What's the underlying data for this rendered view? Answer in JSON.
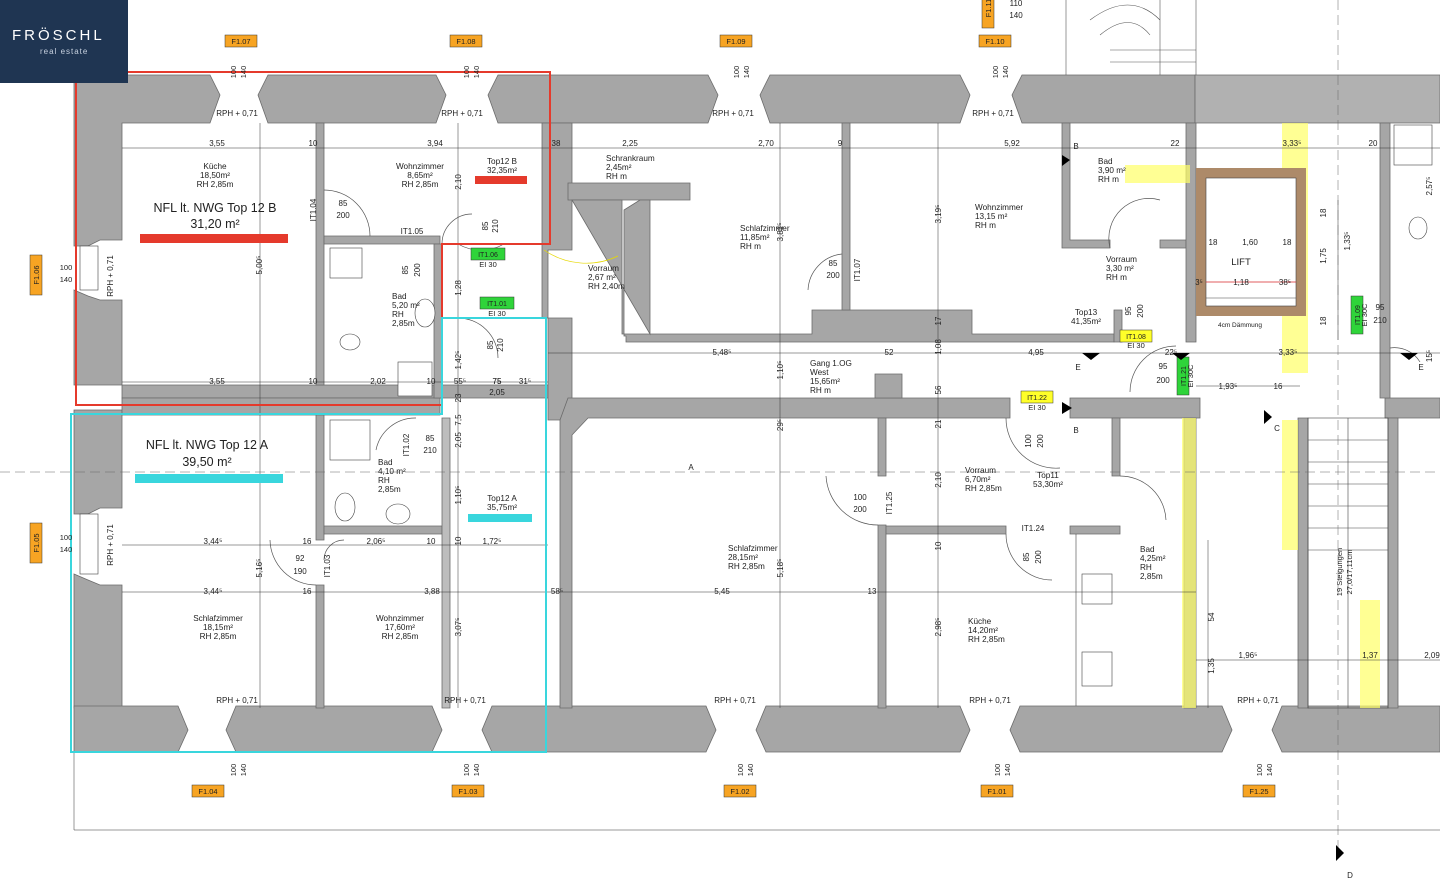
{
  "logo": {
    "brand": "FRÖSCHL",
    "subtitle": "real estate"
  },
  "colors": {
    "wall": "#a6a6a6",
    "top12b": "#e53a2c",
    "top12a": "#39d6dd",
    "window_tag": "#f7a423",
    "door_tag": "#2fd43a",
    "yellow_tag": "#ffff29",
    "fire_text": "#d8262a",
    "highlight": "#ffff66"
  },
  "areas": {
    "top12b": {
      "title": "NFL lt. NWG Top 12 B",
      "value": "31,20 m²"
    },
    "top12a": {
      "title": "NFL lt. NWG Top 12 A",
      "value": "39,50 m²"
    }
  },
  "window_tags": [
    "F1.07",
    "F1.08",
    "F1.09",
    "F1.10",
    "F1.11",
    "F1.06",
    "F1.05",
    "F1.04",
    "F1.03",
    "F1.02",
    "F1.01",
    "F1.25"
  ],
  "door_tags": {
    "green": [
      "IT1.06",
      "IT1.01",
      "IT1.21",
      "IT1.09"
    ],
    "yellow": [
      "IT1.08",
      "IT1.22"
    ],
    "fire": [
      "EI 30",
      "EI 30",
      "EI 30",
      "EI 30",
      "EI 30C",
      "EI 30C"
    ]
  },
  "dims": {
    "win": [
      "100",
      "140"
    ],
    "rph": "RPH + 0,71",
    "top_row": [
      "3,55",
      "10",
      "3,94",
      "38",
      "2,25",
      "2,70",
      "9",
      "5,92",
      "22",
      "3,33⁵",
      "20"
    ],
    "row1": [
      "3,55",
      "10",
      "2,02",
      "10",
      "55⁵",
      "75",
      "31⁵",
      "5,48⁵",
      "52",
      "4,95",
      "22⁵",
      "3,33⁵"
    ],
    "row2": [
      "3,44⁵",
      "16",
      "2,06⁵",
      "10",
      "1,72⁵",
      "3,44⁵",
      "16",
      "3,88",
      "58⁵",
      "5,45",
      "13",
      "1,93⁵",
      "16",
      "1,96⁵",
      "1,37",
      "2,09"
    ],
    "vert": [
      "5,00⁵",
      "2,10",
      "1,28",
      "1,42⁵",
      "23",
      "7,5",
      "2,05",
      "1,10⁵",
      "10",
      "5,16⁵",
      "3,07⁵",
      "3,81⁵",
      "3,19⁵",
      "1,10⁵",
      "29⁵",
      "5,18⁵",
      "1,08",
      "17",
      "56",
      "21",
      "2,10",
      "10",
      "2,98⁵",
      "18",
      "1,75",
      "18",
      "1,33⁵",
      "15⁵",
      "2,57⁵",
      "54",
      "1,35"
    ],
    "doors": [
      "85",
      "200",
      "85",
      "210",
      "85",
      "200",
      "85",
      "210",
      "85",
      "210",
      "92",
      "190",
      "85",
      "200",
      "95",
      "200",
      "100",
      "200",
      "85",
      "200",
      "100",
      "200",
      "95",
      "200",
      "95",
      "210",
      "1,60",
      "1,18",
      "18",
      "18",
      "38⁵",
      "3⁵",
      "2,05",
      "75"
    ]
  },
  "door_ids": [
    "IT1.04",
    "IT1.05",
    "IT1.02",
    "IT1.03",
    "IT1.07",
    "IT1.25",
    "IT1.24"
  ],
  "rooms": {
    "kueche1": [
      "Küche",
      "18,50m²",
      "RH 2,85m"
    ],
    "wohn1": [
      "Wohnzimmer",
      "8,65m²",
      "RH 2,85m"
    ],
    "top12b_label": [
      "Top12 B",
      "32,35m²"
    ],
    "bad1": [
      "Bad",
      "5,20 m²",
      "RH",
      "2,85m"
    ],
    "vorraum1": [
      "Vorraum",
      "2,67 m²",
      "RH 2,40m"
    ],
    "schrank": [
      "Schrankraum",
      "2,45m²",
      "RH m"
    ],
    "schlaf1": [
      "Schlafzimmer",
      "11,85m²",
      "RH m"
    ],
    "wohn2": [
      "Wohnzimmer",
      "13,15 m²",
      "RH m"
    ],
    "bad2": [
      "Bad",
      "3,90 m²",
      "RH m"
    ],
    "vorraum2": [
      "Vorraum",
      "3,30 m²",
      "RH m"
    ],
    "top13": [
      "Top13",
      "41,35m²"
    ],
    "lift": "LIFT",
    "daemmung": "4cm Dämmung",
    "gang": [
      "Gang 1.OG",
      "West",
      "15,65m²",
      "RH m"
    ],
    "bad3": [
      "Bad",
      "4,10 m²",
      "RH",
      "2,85m"
    ],
    "top12a_label": [
      "Top12 A",
      "35,75m²"
    ],
    "schlaf2": [
      "Schlafzimmer",
      "18,15m²",
      "RH 2,85m"
    ],
    "wohn3": [
      "Wohnzimmer",
      "17,60m²",
      "RH 2,85m"
    ],
    "schlaf3": [
      "Schlafzimmer",
      "28,15m²",
      "RH 2,85m"
    ],
    "vorraum3": [
      "Vorraum",
      "6,70m²",
      "RH 2,85m"
    ],
    "top11": [
      "Top11",
      "53,30m²"
    ],
    "bad4": [
      "Bad",
      "4,25m²",
      "RH",
      "2,85m"
    ],
    "kueche2": [
      "Küche",
      "14,20m²",
      "RH 2,85m"
    ],
    "stairs": [
      "19 Steigungen",
      "27,0/17,11cm"
    ],
    "upper_dims": [
      "110",
      "140"
    ]
  },
  "markers": [
    "A",
    "B",
    "B",
    "C",
    "D",
    "E",
    "E"
  ]
}
